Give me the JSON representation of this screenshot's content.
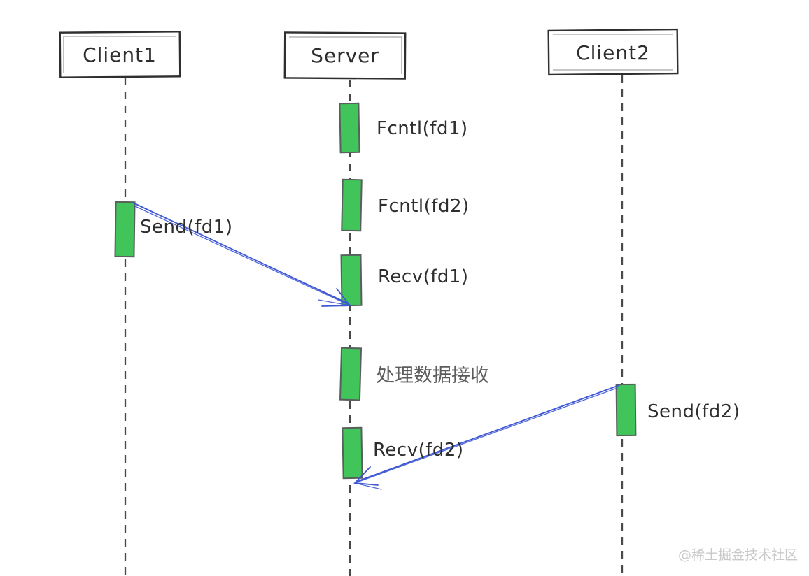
{
  "diagram": {
    "type": "sequence-diagram",
    "actors": [
      {
        "label": "Client1"
      },
      {
        "label": "Server"
      },
      {
        "label": "Client2"
      }
    ],
    "labels": {
      "fcntl_fd1": "Fcntl(fd1)",
      "fcntl_fd2": "Fcntl(fd2)",
      "recv_fd1": "Recv(fd1)",
      "process": "处理数据接收",
      "recv_fd2": "Recv(fd2)",
      "send_fd1": "Send(fd1)",
      "send_fd2": "Send(fd2)"
    },
    "arrows": [
      {
        "from": "Client1 Send(fd1)",
        "to": "Server Recv(fd1)"
      },
      {
        "from": "Client2 Send(fd2)",
        "to": "Server Recv(fd2)"
      }
    ],
    "watermark": "@稀土掘金技术社区",
    "colors": {
      "bar_fill": "#41c45a",
      "bar_stroke": "#57605a",
      "box_stroke": "#2f2f2f",
      "lifeline": "#4a4a4a",
      "arrow": "#3e57d4",
      "text_main": "#2e2e2e",
      "text_process": "#5c5c5c",
      "watermark": "#c9c9c9"
    }
  }
}
